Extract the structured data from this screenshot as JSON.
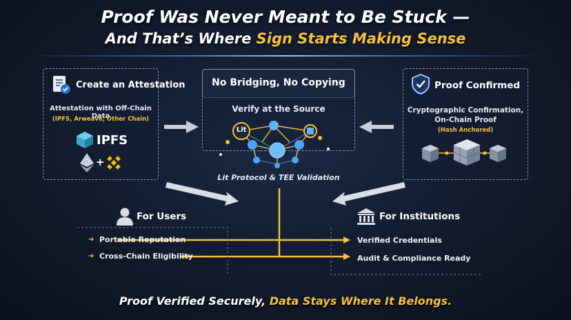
{
  "title": {
    "line1": "Proof Was Never Meant to Be Stuck —",
    "line2_prefix": "And That’s Where ",
    "line2_highlight": "Sign Starts Making Sense"
  },
  "left_panel": {
    "header": "Create an Attestation",
    "subtitle": "Attestation with Off-Chain Data",
    "note": "(IPFS, Arweave, Other Chain)",
    "ipfs_label": "IPFS",
    "plus": "+",
    "icons": [
      "document-check-icon",
      "ipfs-cube-icon",
      "ethereum-icon",
      "binance-icon"
    ]
  },
  "center_panel": {
    "header": "No Bridging, No Copying",
    "subtitle": "Verify at the Source",
    "lit_label": "Lit",
    "caption": "Lit Protocol & TEE Validation"
  },
  "right_panel": {
    "header": "Proof Confirmed",
    "line1": "Cryptographic Confirmation,",
    "line2": "On-Chain Proof",
    "note": "(Hash Anchored)",
    "icons": [
      "shield-check-icon",
      "blockchain-cubes-icon"
    ]
  },
  "users": {
    "header": "For Users",
    "items": [
      "Portable Reputation",
      "Cross-Chain Eligibility"
    ]
  },
  "institutions": {
    "header": "For Institutions",
    "items": [
      "Verified Credentials",
      "Audit & Compliance Ready"
    ]
  },
  "footer": {
    "prefix": "Proof Verified Securely, ",
    "highlight": "Data Stays Where It Belongs."
  },
  "colors": {
    "accent": "#f4c23a",
    "background": "#121a2c",
    "panel_border": "#8c97ad",
    "node_blue": "#4aa3ff"
  }
}
